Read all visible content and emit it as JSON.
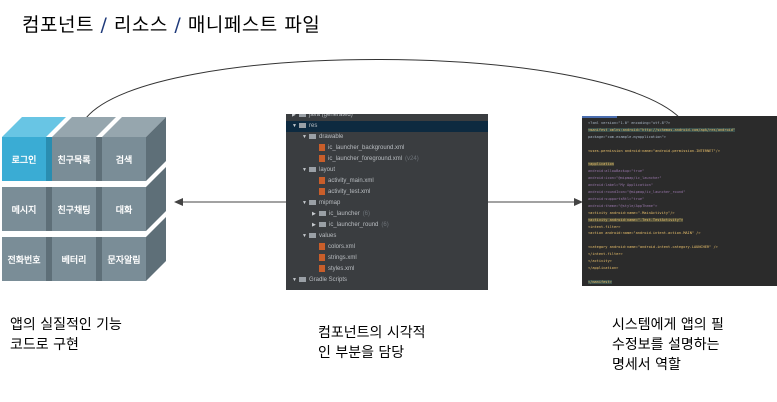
{
  "title": {
    "part1": "컴포넌트",
    "sep1": "/",
    "part2": "리소스",
    "sep2": "/",
    "part3": "매니페스트 파일"
  },
  "component_cube": {
    "blocks": [
      {
        "label": "로그인",
        "active": true
      },
      {
        "label": "친구목록",
        "active": false
      },
      {
        "label": "검색",
        "active": false
      },
      {
        "label": "메시지",
        "active": false
      },
      {
        "label": "친구채팅",
        "active": false
      },
      {
        "label": "대화",
        "active": false
      },
      {
        "label": "전화번호",
        "active": false
      },
      {
        "label": "베터리",
        "active": false
      },
      {
        "label": "문자알림",
        "active": false
      }
    ],
    "colors": {
      "active": "#3aacd4",
      "block": "#7a8d97"
    }
  },
  "resource_tree": {
    "items": [
      {
        "level": 0,
        "type": "folder",
        "label": "java (generated)",
        "expanded": false,
        "partial": true
      },
      {
        "level": 0,
        "type": "folder",
        "label": "res",
        "expanded": true,
        "selected": true
      },
      {
        "level": 1,
        "type": "folder",
        "label": "drawable",
        "expanded": true
      },
      {
        "level": 2,
        "type": "xml",
        "label": "ic_launcher_background.xml"
      },
      {
        "level": 2,
        "type": "xml",
        "label": "ic_launcher_foreground.xml",
        "suffix": "(v24)"
      },
      {
        "level": 1,
        "type": "folder",
        "label": "layout",
        "expanded": true
      },
      {
        "level": 2,
        "type": "xml",
        "label": "activity_main.xml"
      },
      {
        "level": 2,
        "type": "xml",
        "label": "activity_test.xml"
      },
      {
        "level": 1,
        "type": "folder",
        "label": "mipmap",
        "expanded": true
      },
      {
        "level": 2,
        "type": "folder",
        "label": "ic_launcher",
        "suffix": "(6)",
        "expanded": false
      },
      {
        "level": 2,
        "type": "folder",
        "label": "ic_launcher_round",
        "suffix": "(6)",
        "expanded": false
      },
      {
        "level": 1,
        "type": "folder",
        "label": "values",
        "expanded": true
      },
      {
        "level": 2,
        "type": "xml",
        "label": "colors.xml"
      },
      {
        "level": 2,
        "type": "xml",
        "label": "strings.xml"
      },
      {
        "level": 2,
        "type": "xml",
        "label": "styles.xml"
      },
      {
        "level": 0,
        "type": "folder",
        "label": "Gradle Scripts",
        "expanded": true,
        "partial": true
      }
    ]
  },
  "manifest_code": {
    "lines": [
      "<?xml version=\"1.0\" encoding=\"utf-8\"?>",
      "<manifest xmlns:android=\"http://schemas.android.com/apk/res/android\"",
      "    package=\"com.example.myapplication\">",
      "",
      "    <uses-permission android:name=\"android.permission.INTERNET\"/>",
      "",
      "    <application",
      "        android:allowBackup=\"true\"",
      "        android:icon=\"@mipmap/ic_launcher\"",
      "        android:label=\"My Application\"",
      "        android:roundIcon=\"@mipmap/ic_launcher_round\"",
      "        android:supportsRtl=\"true\"",
      "        android:theme=\"@style/AppTheme\">",
      "        <activity android:name=\".MainActivity\"/>",
      "        <activity android:name=\".Test.TestActivity\">",
      "            <intent-filter>",
      "                <action android:name=\"android.intent.action.MAIN\" />",
      "",
      "                <category android:name=\"android.intent.category.LAUNCHER\" />",
      "            </intent-filter>",
      "        </activity>",
      "    </application>",
      "",
      "</manifest>"
    ]
  },
  "captions": {
    "component": [
      "앱의 실질적인 기능",
      "코드로 구현"
    ],
    "resource": [
      "컴포넌트의 시각적",
      "인 부분을 담당"
    ],
    "manifest": [
      "시스템에게 앱의 필",
      "수정보를 설명하는",
      "명세서 역할"
    ]
  }
}
